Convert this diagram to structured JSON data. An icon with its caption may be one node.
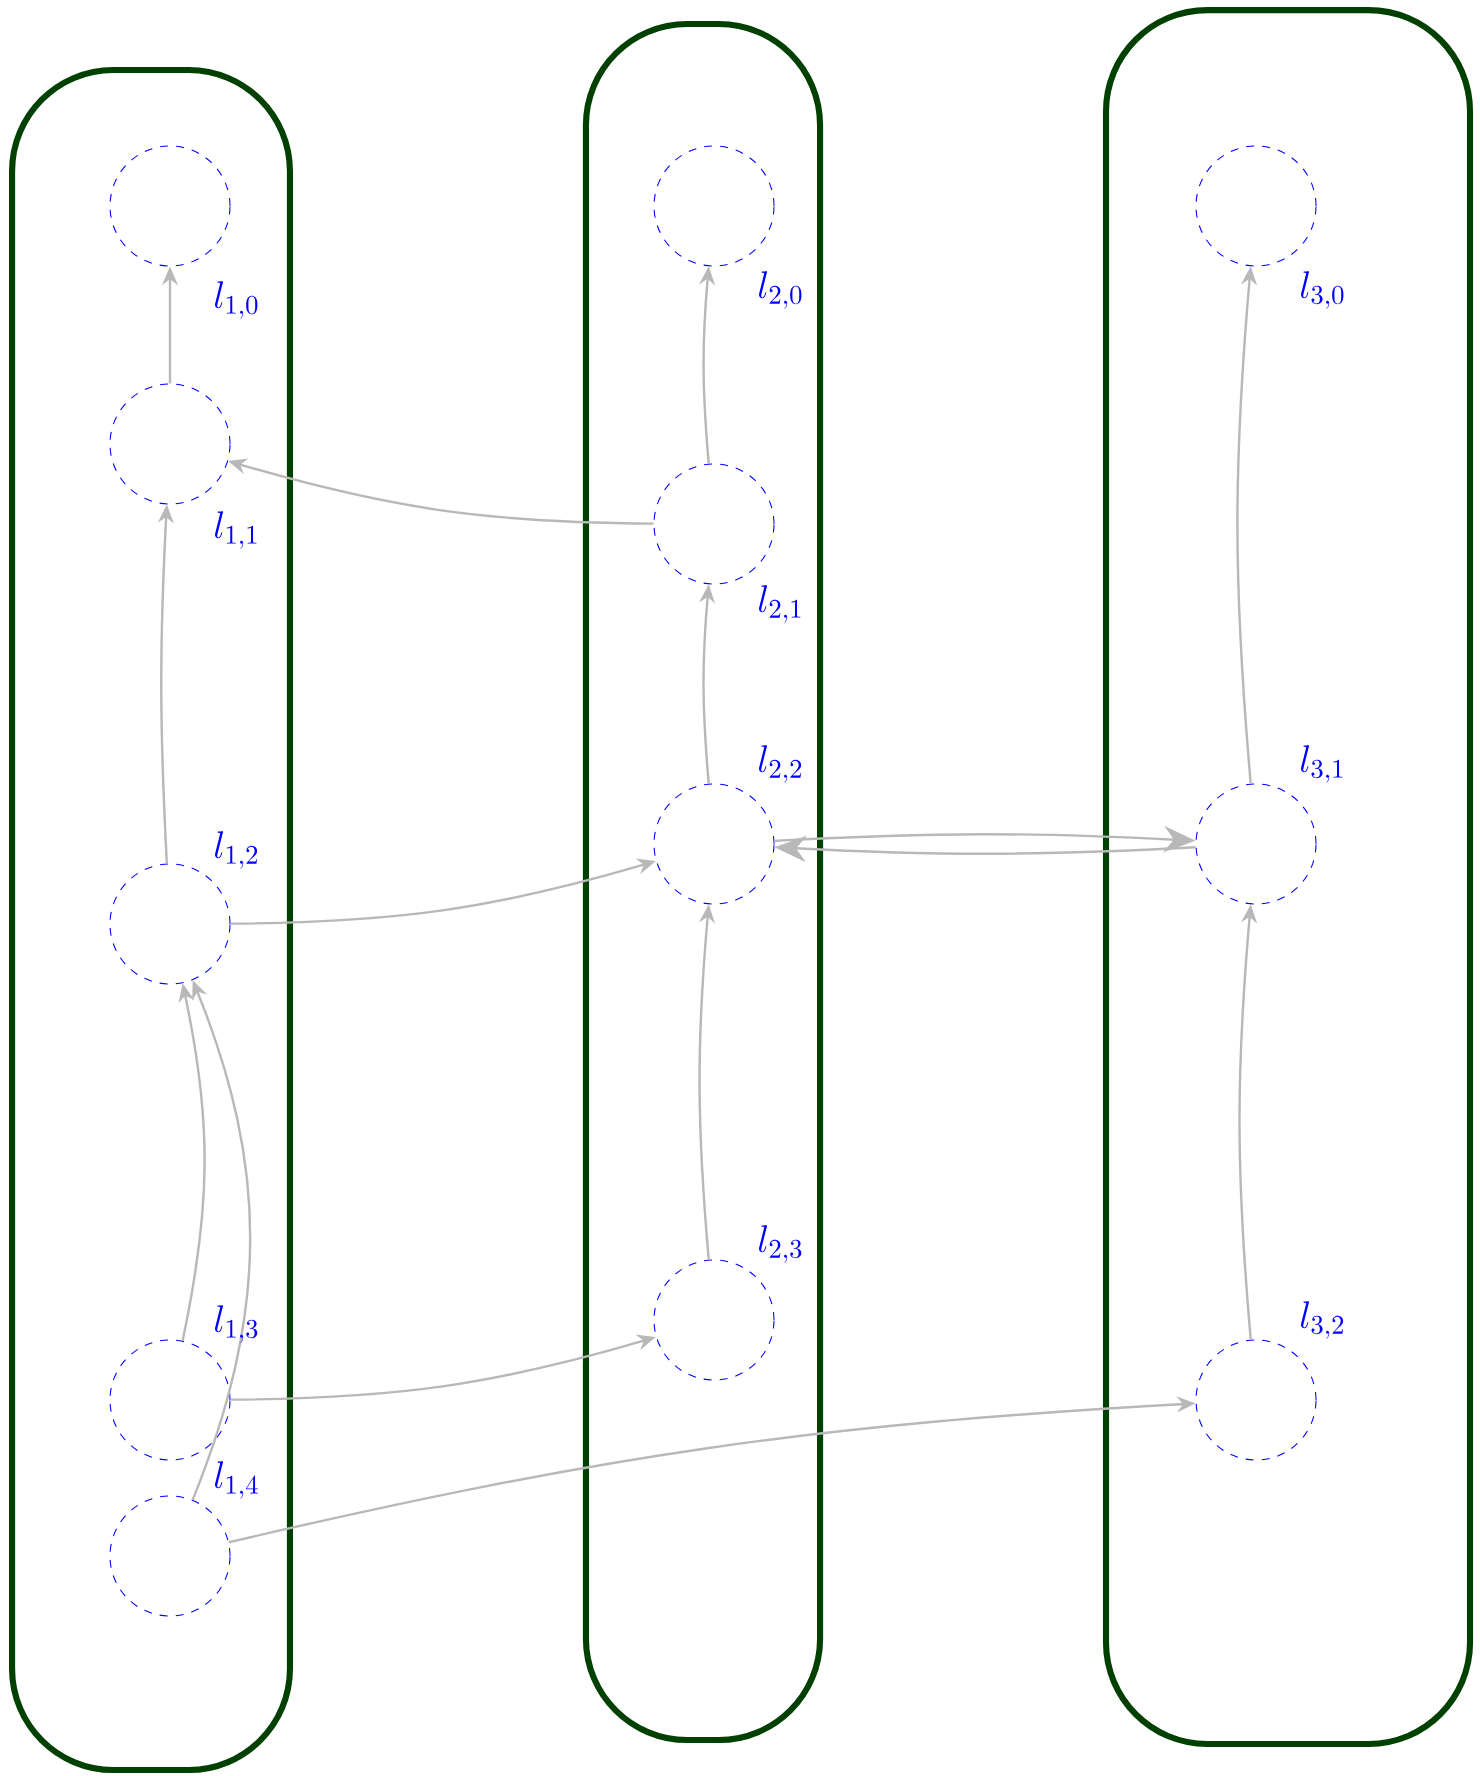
{
  "diagram": {
    "nodes": [
      {
        "text": [],
        "shape": "blob"
      },
      {
        "text": [],
        "shape": "circle",
        "in": 0,
        "beside": [
          "l_{1,0}"
        ]
      },
      {
        "text": [],
        "shape": "circle",
        "in": 0,
        "beside": [
          "l_{1,1}"
        ]
      },
      {
        "text": [],
        "shape": "circle",
        "in": 0,
        "beside": [
          "l_{1,2}"
        ]
      },
      {
        "text": [],
        "shape": "circle",
        "in": 0,
        "beside": [
          "l_{1,3}"
        ]
      },
      {
        "text": [],
        "shape": "circle",
        "in": 0,
        "beside": [
          "l_{1,4}"
        ]
      },
      {
        "text": [],
        "shape": "blob"
      },
      {
        "text": [],
        "shape": "circle",
        "in": 6,
        "beside": [
          "l_{2,0}"
        ]
      },
      {
        "text": [],
        "shape": "circle",
        "in": 6,
        "beside": [
          "l_{2,1}"
        ]
      },
      {
        "text": [],
        "shape": "circle",
        "in": 6,
        "beside": [
          "l_{2,2}"
        ]
      },
      {
        "text": [],
        "shape": "circle",
        "in": 6,
        "beside": [
          "l_{2,3}"
        ]
      },
      {
        "text": [],
        "shape": "blob"
      },
      {
        "text": [],
        "shape": "circle",
        "in": 11,
        "beside": [
          "l_{3,0}"
        ]
      },
      {
        "text": [],
        "shape": "circle",
        "in": 11,
        "beside": [
          "l_{3,1}"
        ]
      },
      {
        "text": [],
        "shape": "circle",
        "in": 11,
        "beside": [
          "l_{3,2}"
        ]
      }
    ],
    "edges": [
      {
        "from": 2,
        "to": 1,
        "arrow": "to"
      },
      {
        "from": 3,
        "to": 2,
        "arrow": "to"
      },
      {
        "from": 4,
        "to": 3,
        "arrow": "to"
      },
      {
        "from": 5,
        "to": 3,
        "arrow": "to"
      },
      {
        "from": 8,
        "to": 2,
        "arrow": "to"
      },
      {
        "from": 8,
        "to": 7,
        "arrow": "to"
      },
      {
        "from": 9,
        "to": 8,
        "arrow": "to"
      },
      {
        "from": 10,
        "to": 9,
        "arrow": "to"
      },
      {
        "from": 3,
        "to": 9,
        "arrow": "to"
      },
      {
        "from": 4,
        "to": 10,
        "arrow": "to"
      },
      {
        "from": 9,
        "to": 13,
        "arrow": "to"
      },
      {
        "from": 13,
        "to": 9,
        "arrow": "to"
      },
      {
        "from": 13,
        "to": 12,
        "arrow": "to"
      },
      {
        "from": 14,
        "to": 13,
        "arrow": "to"
      },
      {
        "from": 5,
        "to": 14,
        "arrow": "to"
      }
    ]
  }
}
